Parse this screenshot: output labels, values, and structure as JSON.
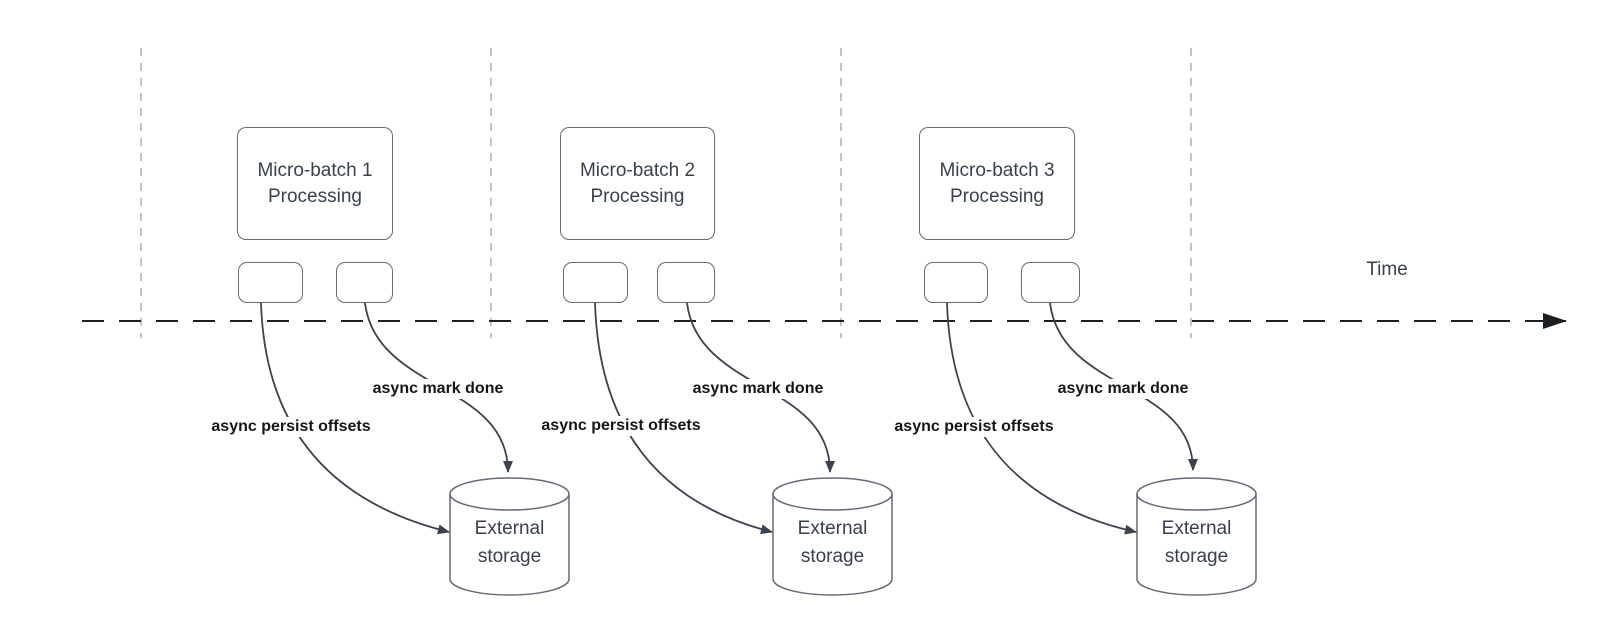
{
  "colors": {
    "background": "#ffffff",
    "timeline": "#1b1e22",
    "guide_line": "#b4b9be",
    "shape_border": "#646b76",
    "shape_text": "#39414d",
    "arrow": "#3b434e",
    "label_text": "#14171a"
  },
  "time_axis": {
    "label": "Time"
  },
  "batches": [
    {
      "title_line1": "Micro-batch 1",
      "title_line2": "Processing",
      "persist_label": "async persist offsets",
      "done_label": "async mark done",
      "storage_line1": "External",
      "storage_line2": "storage"
    },
    {
      "title_line1": "Micro-batch 2",
      "title_line2": "Processing",
      "persist_label": "async persist offsets",
      "done_label": "async mark done",
      "storage_line1": "External",
      "storage_line2": "storage"
    },
    {
      "title_line1": "Micro-batch 3",
      "title_line2": "Processing",
      "persist_label": "async persist offsets",
      "done_label": "async mark done",
      "storage_line1": "External",
      "storage_line2": "storage"
    }
  ]
}
